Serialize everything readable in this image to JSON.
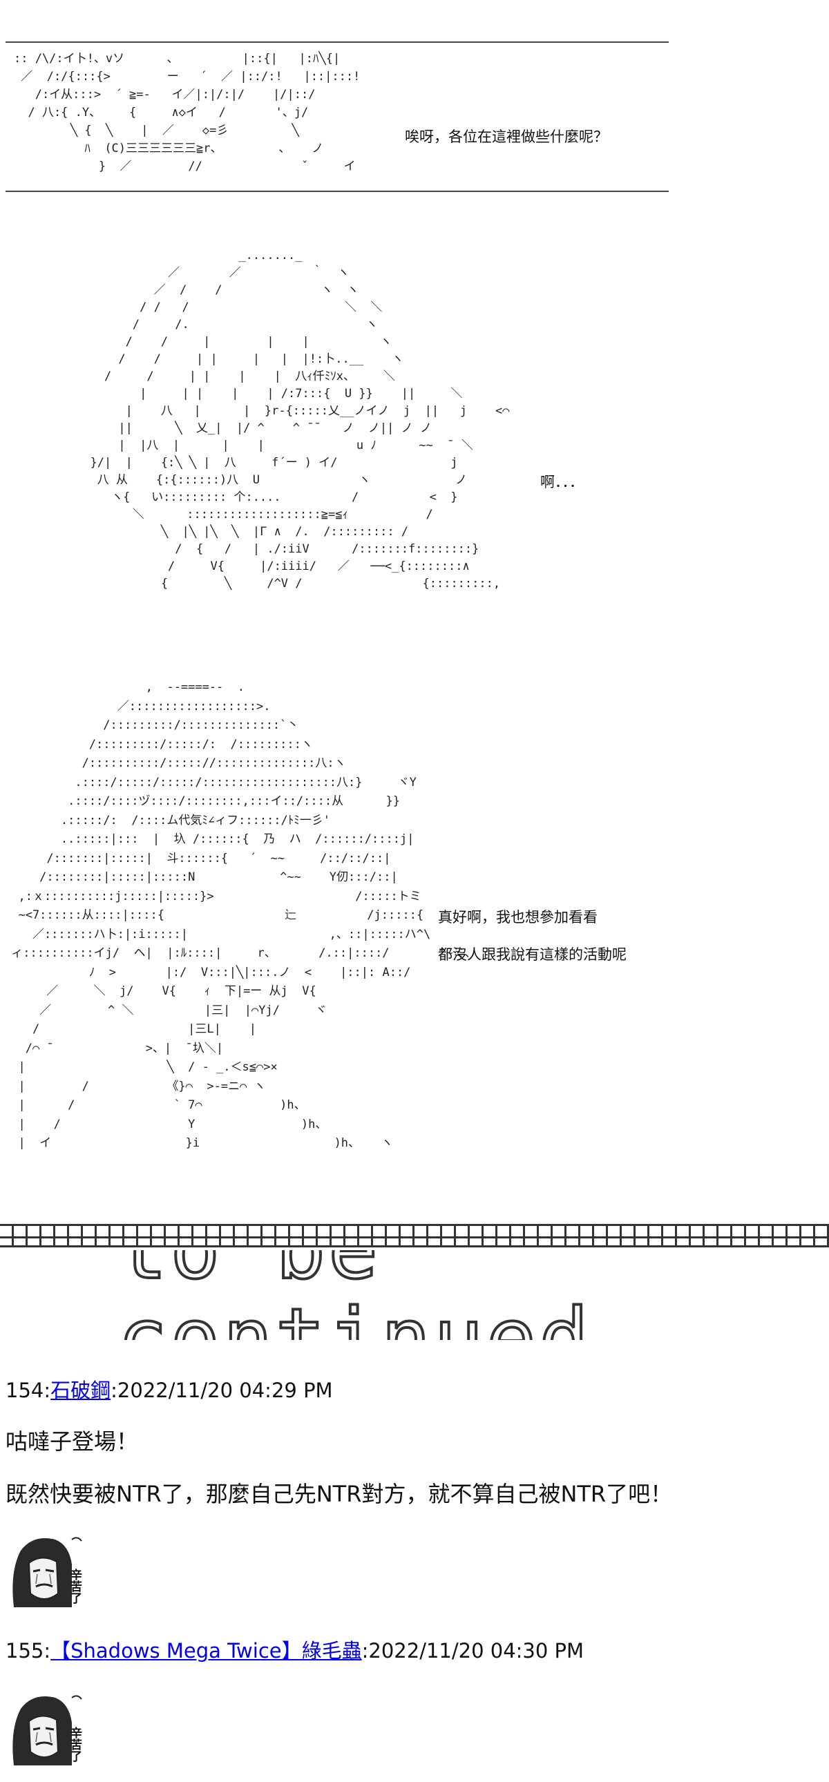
{
  "scene1": {
    "ascii_art": ":: /\\/:イ卜!、vソ      、         |::{|   |:ﾊ╲{|\n ／  /:/{:::{>        ー   ´  ／ |::/:!   |::|:::!\n   /:イ从:::>  ´ ≧=-   イ／|:|/:|/    |/|::/\n  / 八:{ .Y、    {     ∧◇イ   /       '、j/\n        ╲ {  ╲    |  ／    ◇=彡         ╲\n          ﾊ  (C)三三三三三三≧r、        、   ノ\n            }  ／        //              ˇ     イ",
    "line": "唉呀，各位在這裡做些什麼呢？"
  },
  "scene2": {
    "ascii_art": "                       _......._\n             ／       ／          ｀  ヽ\n           ／  /    /              ヽ  ヽ\n         / /   /                      ＼  ＼\n        /     /.                         ヽ\n       /    /     |        |    |          ヽ\n      /    /     | |     |   |  |!:卜..__    ヽ\n    /     /     | |    |    |  八ｨ仟ﾐｿx、    ＼\n         |     | |    |    | /:7:::{  U }}    ||     ＼\n       |    八   |      |  }r-{:::::乂__ノイノ  j  ||   j    <⌒\n      ||      ╲  乂_|  |/ ^    ^ ̄ ̄    ノ  ノ|| ノ ノ\n      |  |八  |      |    |             u ﾉ      ~~  ̄  ＼\n  }/|  |    {:╲ ╲ |  八     f´ー ) イ/                j\n   八 从    {:{::::::)八  U              ヽ            ノ\n     ヽ{   い::::::::: 个:....          /          <  }\n        ＼      :::::::::::::::::::≧=≦ｨ           /\n            ╲  |╲ |╲  ╲  |Γ ∧  /.  /::::::::: /\n              /  {   /   | ./:iiV      /:::::::f::::::::}\n             /     V{     |/:iiii/   ／   ──<_{::::::::∧\n            {        ╲     /^V /                 {:::::::::,",
    "line": "啊．．．"
  },
  "scene3": {
    "ascii_art": "                    ,  --====--  .\n                ／::::::::::::::::::>.\n              /:::::::::/::::::::::::::`丶\n            /:::::::::/:::::/:  /:::::::::ヽ\n           /::::::::::/::::://::::::::::::::八:ヽ\n          .::::/:::::/:::::/:::::::::::::::::::八:}     ヾY\n         .::::/::::ヅ::::/::::::::,:::イ::/::::从      }}\n        .:::::/:  /::::ム代気ﾐ∠ィフ::::::/ﾄﾐ一彡'\n        ..:::::|:::  |  圦 /::::::{  乃  ハ  /::::::/::::j|\n      /:::::::|:::::|  斗::::::{   ´  ~~     /::/::/::|\n     /::::::::|:::::|:::::N            ^~~    Y仞:::/::|\n  ,:ｘ::::::::::j:::::|:::::}>                    /:::::トミ\n  ~<7::::::从::::|::::{                 辷          /j:::::{\n    ／:::::::ハ卜:|:i:::::|                    ,、::|:::::ハ^\\\n ィ::::::::::イj/  ヘ|  |:ﾙ::::|     r、      /.::|::::/       ^~ミ、\n            ﾉ  >       |:/  V:::|╲|:::.ノ  <    |::|: A::/\n      ／     ＼  j/    V{    ｨ  下|=ー 从j  V{\n     ／        ^ ＼          |三|  |⌒Yj/     ヾ\n    /                     |三L|    |\n   /⌒ ̄              >、|  ̄ 圦＼|\n  |                    ╲  / ‐ _.＜s≦⌒>×\n  |        /           《}⌒  >-=ニ⌒ ヽ\n  |      /              ` 7⌒           )h、\n  |    /                  Y               )h、\n  |  イ                   }i                   )h、   ヽ",
    "line1": "真好啊，我也想參加看看",
    "line2": "都沒人跟我說有這樣的活動呢"
  },
  "banner": {
    "text": "to be continued..."
  },
  "posts": [
    {
      "number": "154:",
      "author": "石破鋼",
      "timestamp": ":2022/11/20 04:29 PM",
      "lines": [
        "咕噠子登場！",
        "既然快要被NTR了，那麼自己先NTR對方，就不算自己被NTR了吧！"
      ],
      "sticker_text": "辛苦了"
    },
    {
      "number": "155:",
      "author": "【Shadows Mega Twice】綠毛蟲",
      "timestamp": ":2022/11/20 04:30 PM",
      "lines": [],
      "sticker_text": "辛苦了"
    }
  ],
  "colors": {
    "link": "#0000ee",
    "text": "#111111",
    "art": "#222222"
  }
}
